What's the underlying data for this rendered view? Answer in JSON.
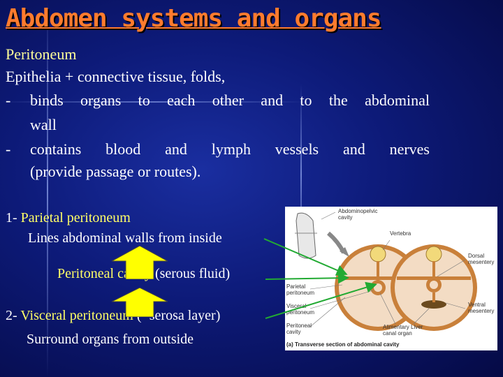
{
  "slide": {
    "title": "Abdomen systems and organs",
    "heading": "Peritoneum",
    "intro": "Epithelia + connective tissue, folds,",
    "bullets": [
      {
        "dash": "-",
        "line1": "binds organs to each other and to the abdominal",
        "line2": "wall"
      },
      {
        "dash": "-",
        "line1": "contains blood and lymph vessels and nerves",
        "line2": "(provide passage or routes)."
      }
    ],
    "parietal": {
      "num": "1- ",
      "term": "Parietal peritoneum",
      "desc": "Lines abdominal walls from inside"
    },
    "cavity": {
      "term": "Peritoneal cavity",
      "rest": " (serous fluid)"
    },
    "visceral": {
      "num": "2- ",
      "term": "Visceral peritoneum",
      "rest": " (=serosa layer)",
      "desc": "Surround organs from outside"
    }
  },
  "figure": {
    "labels": {
      "abdominopelvic": "Abdominopelvic",
      "abdominopelvic2": "cavity",
      "vertebra": "Vertebra",
      "dorsal": "Dorsal",
      "dorsal2": "mesentery",
      "parietal": "Parietal",
      "parietal2": "peritoneum",
      "visceral": "Visceral",
      "visceral2": "peritoneum",
      "ventral": "Ventral",
      "ventral2": "mesentery",
      "peritoneal": "Peritoneal",
      "peritoneal2": "cavity",
      "alimentary": "Alimentary",
      "alimentary2": "canal organ",
      "liver": "Liver"
    },
    "caption": "(a) Transverse section of abdominal cavity"
  },
  "colors": {
    "title": "#ff7b2e",
    "highlight": "#ffff66",
    "arrow": "#22aa33",
    "tissue": "#c9803a"
  }
}
